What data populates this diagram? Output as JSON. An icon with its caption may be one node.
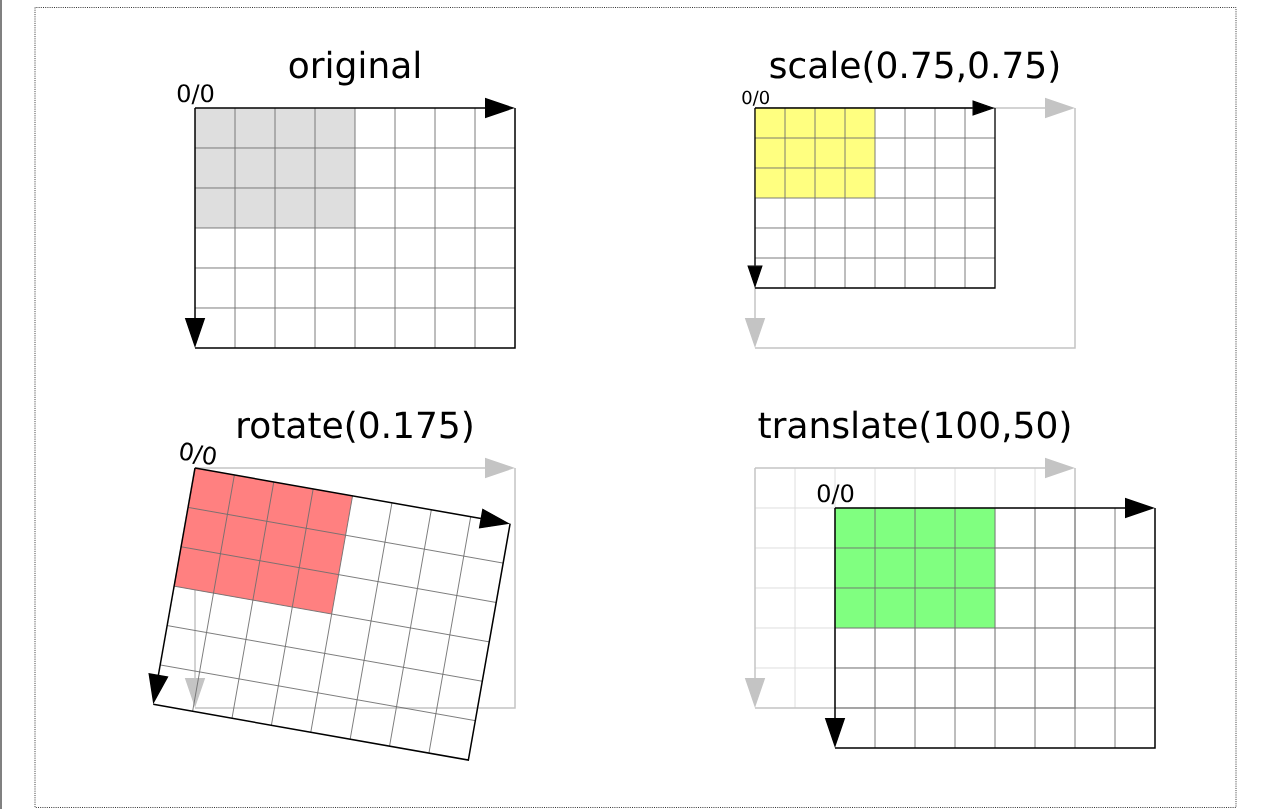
{
  "diagram": {
    "labels": [
      "original",
      "0/0",
      "scale(0.75,0.75)",
      "0/0",
      "rotate(0.175)",
      "0/0",
      "translate(100,50)",
      "0/0"
    ]
  }
}
